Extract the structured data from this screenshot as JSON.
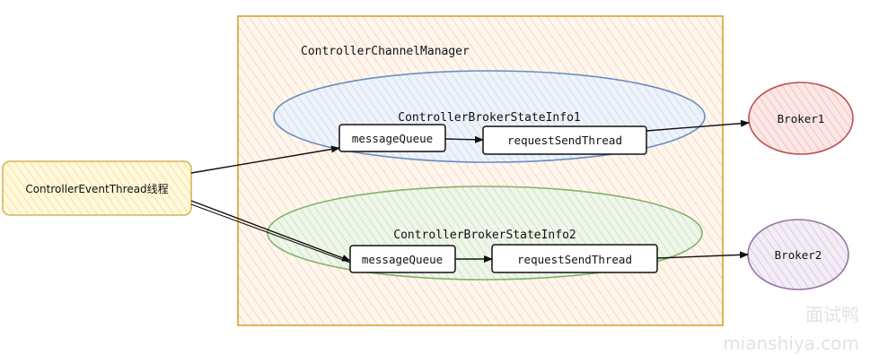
{
  "diagram": {
    "manager": {
      "label": "ControllerChannelManager"
    },
    "event_thread": {
      "label": "ControllerEventThread线程"
    },
    "state_info_1": {
      "label": "ControllerBrokerStateInfo1",
      "queue_label": "messageQueue",
      "thread_label": "requestSendThread"
    },
    "state_info_2": {
      "label": "ControllerBrokerStateInfo2",
      "queue_label": "messageQueue",
      "thread_label": "requestSendThread"
    },
    "broker_1": {
      "label": "Broker1"
    },
    "broker_2": {
      "label": "Broker2"
    }
  },
  "watermark": {
    "line1": "面试鸭",
    "line2": "mianshiya.com"
  },
  "colors": {
    "manager_fill": "#fdf0e2",
    "manager_stroke": "#d6a32b",
    "event_fill": "#fff2cc",
    "event_stroke": "#d6b656",
    "info1_fill": "#dae8fc",
    "info1_stroke": "#6c8ebf",
    "info2_fill": "#d5e8d4",
    "info2_stroke": "#82b366",
    "broker1_fill": "#f8cecc",
    "broker1_stroke": "#b85450",
    "broker2_fill": "#e1d5e7",
    "broker2_stroke": "#9673a6"
  }
}
